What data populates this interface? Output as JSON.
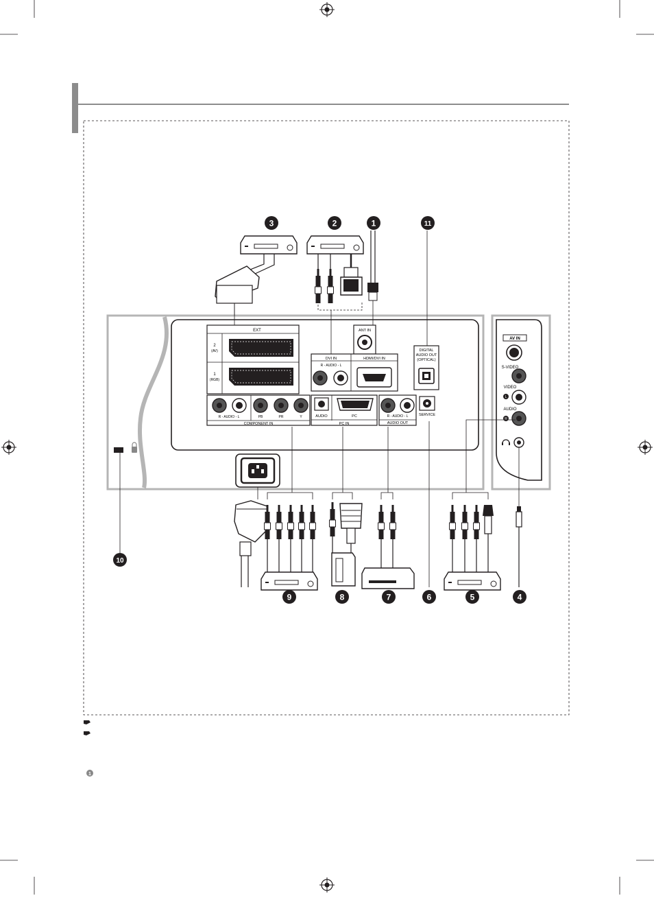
{
  "panel": {
    "ext": {
      "label": "EXT",
      "port2": "2",
      "port2_sub": "(AV)",
      "port1": "1",
      "port1_sub": "(RGB)"
    },
    "ant_in": "ANT IN",
    "dvi_in": "DVI IN",
    "dvi_audio": "R - AUDIO - L",
    "hdmi_dvi_in": "HDMI/DVI IN",
    "digital_audio_out": [
      "DIGITAL",
      "AUDIO OUT",
      "(OPTICAL)"
    ],
    "component_audio": "R - AUDIO - L",
    "component_pb": "PB",
    "component_pr": "PR",
    "component_y": "Y",
    "component_in": "COMPONENT IN",
    "pc_audio": "AUDIO",
    "pc": "PC",
    "pc_in": "PC IN",
    "audio_out_lr": "R - AUDIO - L",
    "audio_out": "AUDIO OUT",
    "service": "SERVICE"
  },
  "side_panel": {
    "av_in": "AV IN",
    "s_video": "S-VIDEO",
    "video": "VIDEO",
    "audio": "AUDIO",
    "l": "L",
    "r": "R"
  },
  "callouts": {
    "n1": "1",
    "n2": "2",
    "n3": "3",
    "n4": "4",
    "n5": "5",
    "n6": "6",
    "n7": "7",
    "n8": "8",
    "n9": "9",
    "n10": "10",
    "n11": "11"
  },
  "icons": {
    "registration": "registration-mark-icon",
    "pointer": "pointing-hand-icon",
    "headphone": "headphone-icon",
    "lock": "kensington-lock-icon"
  },
  "colors": {
    "ink": "#231f20",
    "panel_border": "#b5b5b5",
    "header_bar": "#8c8c8c"
  }
}
